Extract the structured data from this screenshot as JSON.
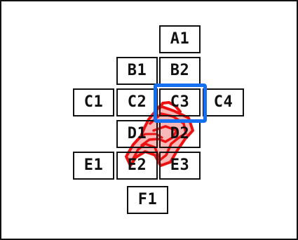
{
  "board": {
    "cells": [
      {
        "id": "A1",
        "label": "A1"
      },
      {
        "id": "B1",
        "label": "B1"
      },
      {
        "id": "B2",
        "label": "B2"
      },
      {
        "id": "C1",
        "label": "C1"
      },
      {
        "id": "C2",
        "label": "C2"
      },
      {
        "id": "C3",
        "label": "C3"
      },
      {
        "id": "C4",
        "label": "C4"
      },
      {
        "id": "D1",
        "label": "D1"
      },
      {
        "id": "D2",
        "label": "D2"
      },
      {
        "id": "E1",
        "label": "E1"
      },
      {
        "id": "E2",
        "label": "E2"
      },
      {
        "id": "E3",
        "label": "E3"
      },
      {
        "id": "F1",
        "label": "F1"
      }
    ],
    "selected_cell": "C3",
    "highlight_color": "#1470f0",
    "stroke_color": "#ee1111",
    "fill_color": "#f8b8b8"
  }
}
